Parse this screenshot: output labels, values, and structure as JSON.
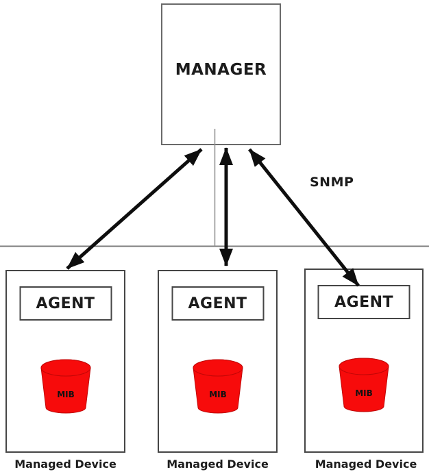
{
  "manager": {
    "label": "MANAGER"
  },
  "protocol_label": "SNMP",
  "devices": [
    {
      "agent_label": "AGENT",
      "mib_label": "MIB",
      "caption": "Managed Device"
    },
    {
      "agent_label": "AGENT",
      "mib_label": "MIB",
      "caption": "Managed Device"
    },
    {
      "agent_label": "AGENT",
      "mib_label": "MIB",
      "caption": "Managed Device"
    }
  ],
  "colors": {
    "background": "#ffffff",
    "text": "#1c1c1c",
    "arrow": "#0e0e0e",
    "network_line": "#7d7d7d",
    "connector_line": "#8f8f8f",
    "manager_border": "#6a6a6a",
    "box_border_dark": "#454545",
    "mib_fill": "#f70b0b",
    "mib_stroke": "#c00606",
    "mib_text": "#111111"
  }
}
